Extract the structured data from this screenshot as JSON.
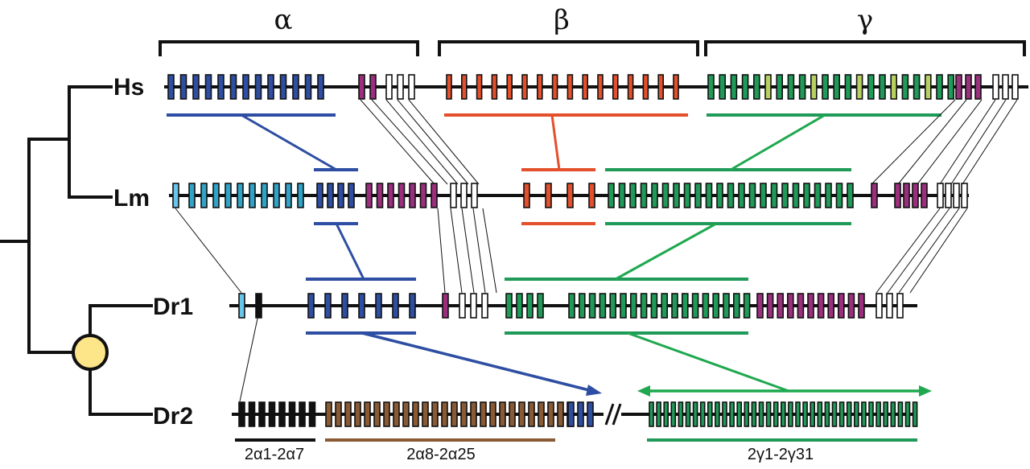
{
  "clusters": {
    "alpha": "α",
    "beta": "β",
    "gamma": "γ"
  },
  "species": {
    "hs": "Hs",
    "lm": "Lm",
    "dr1": "Dr1",
    "dr2": "Dr2"
  },
  "ranges": {
    "dr2_a1_7": "2α1-2α7",
    "dr2_a8_25": "2α8-2α25",
    "dr2_g1_31": "2γ1-2γ31"
  },
  "colors": {
    "alpha_blue": "#2d4ea2",
    "alpha_cyan": "#2fa4c8",
    "light_cyan": "#66c7ea",
    "beta_red": "#e4502b",
    "gamma_green": "#1f9a58",
    "gamma_lime": "#b6d160",
    "purple": "#9b2f7e",
    "brown": "#8a5a34",
    "black": "#111111",
    "white": "#ffffff",
    "node_yellow": "#fde58a",
    "line_blue": "#2d4ea2",
    "line_red": "#e4502b",
    "line_green": "#1fa84f"
  }
}
